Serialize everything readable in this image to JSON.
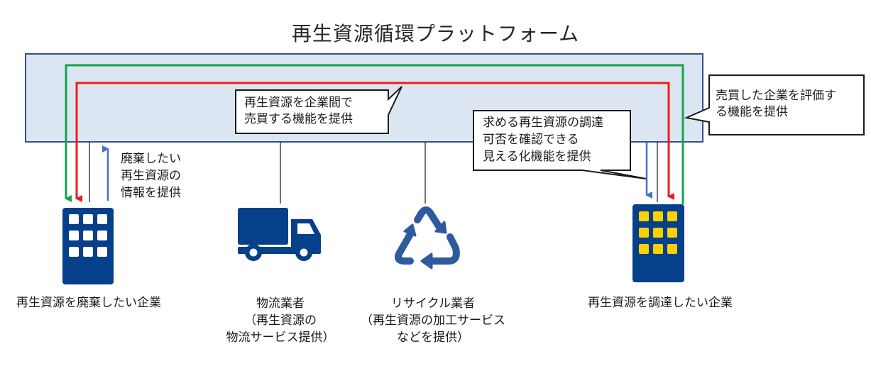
{
  "title": "再生資源循環プラットフォーム",
  "colors": {
    "platform_fill": "#dce6f2",
    "platform_border": "#2f528f",
    "green_flow": "#12a54a",
    "red_flow": "#ee1c1c",
    "blue_flow": "#4472c4",
    "icon_blue": "#063f8a",
    "window_yellow": "#fdd000"
  },
  "callouts": {
    "trade": [
      "再生資源を企業間で",
      "売買する機能を提供"
    ],
    "evaluate": [
      "売買した企業を評価す",
      "る機能を提供"
    ],
    "visualize": [
      "求める再生資源の調達",
      "可否を確認できる",
      "見える化機能を提供"
    ]
  },
  "flow_labels": {
    "disposal_info": [
      "廃棄したい",
      "再生資源の",
      "情報を提供"
    ]
  },
  "actors": [
    {
      "id": "disposer",
      "icon": "building-icon",
      "label": [
        "再生資源を廃棄したい企業"
      ]
    },
    {
      "id": "logistics",
      "icon": "truck-icon",
      "label": [
        "物流業者",
        "（再生資源の",
        "物流サービス提供）"
      ]
    },
    {
      "id": "recycler",
      "icon": "recycle-icon",
      "label": [
        "リサイクル業者",
        "（再生資源の加工サービス",
        "などを提供）"
      ]
    },
    {
      "id": "procurer",
      "icon": "building-icon",
      "label": [
        "再生資源を調達したい企業"
      ]
    }
  ]
}
